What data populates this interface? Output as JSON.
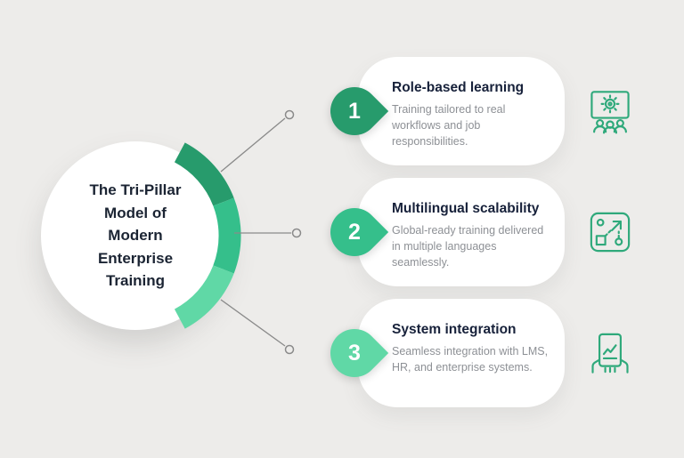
{
  "background_color": "#EDECEA",
  "center_circle": {
    "title": "The Tri-Pillar\nModel of\nModern\nEnterprise\nTraining"
  },
  "pillars": [
    {
      "number": "1",
      "title": "Role-based learning",
      "description": "Training tailored to real workflows and job responsibilities.",
      "accent_color": "#279B6C",
      "icon": "monitor-gear-people-icon"
    },
    {
      "number": "2",
      "title": "Multilingual scalability",
      "description": "Global-ready training delivered in multiple languages seamlessly.",
      "accent_color": "#35BF8B",
      "icon": "workflow-arrow-icon"
    },
    {
      "number": "3",
      "title": "System integration",
      "description": "Seamless integration with LMS, HR, and enterprise systems.",
      "accent_color": "#60D8A6",
      "icon": "tablet-hands-icon"
    }
  ],
  "colors": {
    "icon_stroke": "#2FA97B",
    "connector": "#8A8A8A",
    "center_title_text": "#1B2433",
    "card_title_text": "#17213A",
    "card_description_text": "#8D9095",
    "card_background": "#FFFFFF"
  }
}
